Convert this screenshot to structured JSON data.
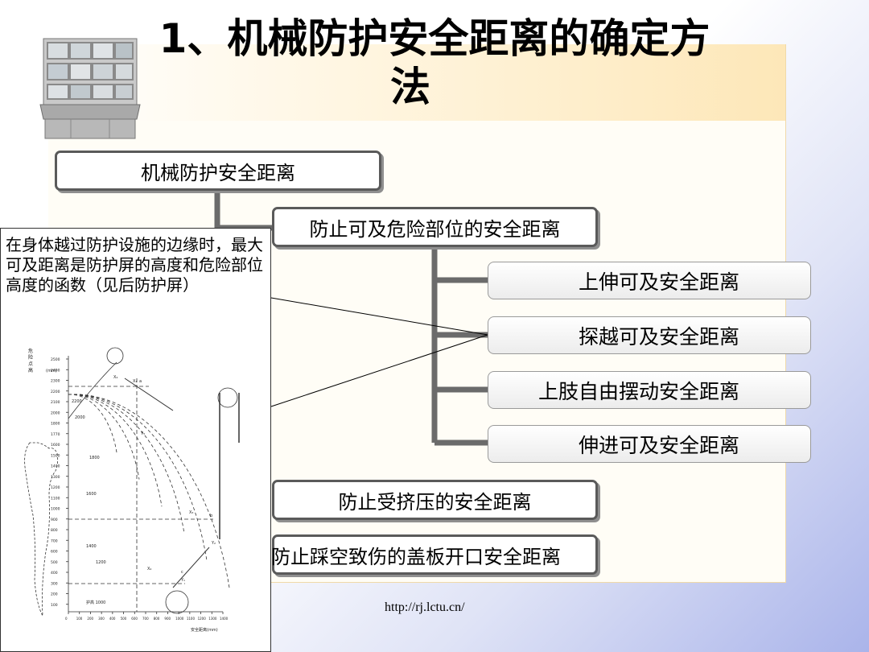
{
  "slide": {
    "title_line1": "1、机械防护安全距离的确定方",
    "title_line2": "法",
    "url": "http://rj.lctu.cn/"
  },
  "tree": {
    "root": "机械防护安全距离",
    "branch_reach": "防止可及危险部位的安全距离",
    "leaves": [
      "上伸可及安全距离",
      "探越可及安全距离",
      "上肢自由摆动安全距离",
      "伸进可及安全距离"
    ],
    "branch_crush": "防止受挤压的安全距离",
    "branch_fall": "防止踩空致伤的盖板开口安全距离"
  },
  "callout": {
    "text": "在身体越过防护设施的边缘时，最大可及距离是防护屏的高度和危险部位高度的函数（见后防护屏）"
  },
  "figure": {
    "y_axis_title": "危险点高(mm)",
    "x_axis_title": "安全距离(mm)",
    "y_ticks": [
      "2500",
      "2400",
      "2300",
      "2200",
      "2100",
      "2000",
      "1800",
      "1770",
      "1600",
      "1500",
      "1400",
      "1300",
      "1200",
      "1100",
      "1000",
      "900",
      "800",
      "700",
      "600",
      "500",
      "400",
      "300",
      "200",
      "100"
    ],
    "x_ticks": [
      "0",
      "100",
      "200",
      "300",
      "400",
      "500",
      "600",
      "700",
      "800",
      "900",
      "1000",
      "1100",
      "1200",
      "1300",
      "1400"
    ],
    "curve_labels": [
      "2200",
      "2000",
      "1800",
      "1600",
      "1400",
      "1200",
      "护高 1000"
    ],
    "point_labels": [
      "a",
      "b",
      "c",
      "X₄",
      "Y₃",
      "X₃",
      "Y₂",
      "X₂",
      "Y₁",
      "X₁"
    ]
  }
}
